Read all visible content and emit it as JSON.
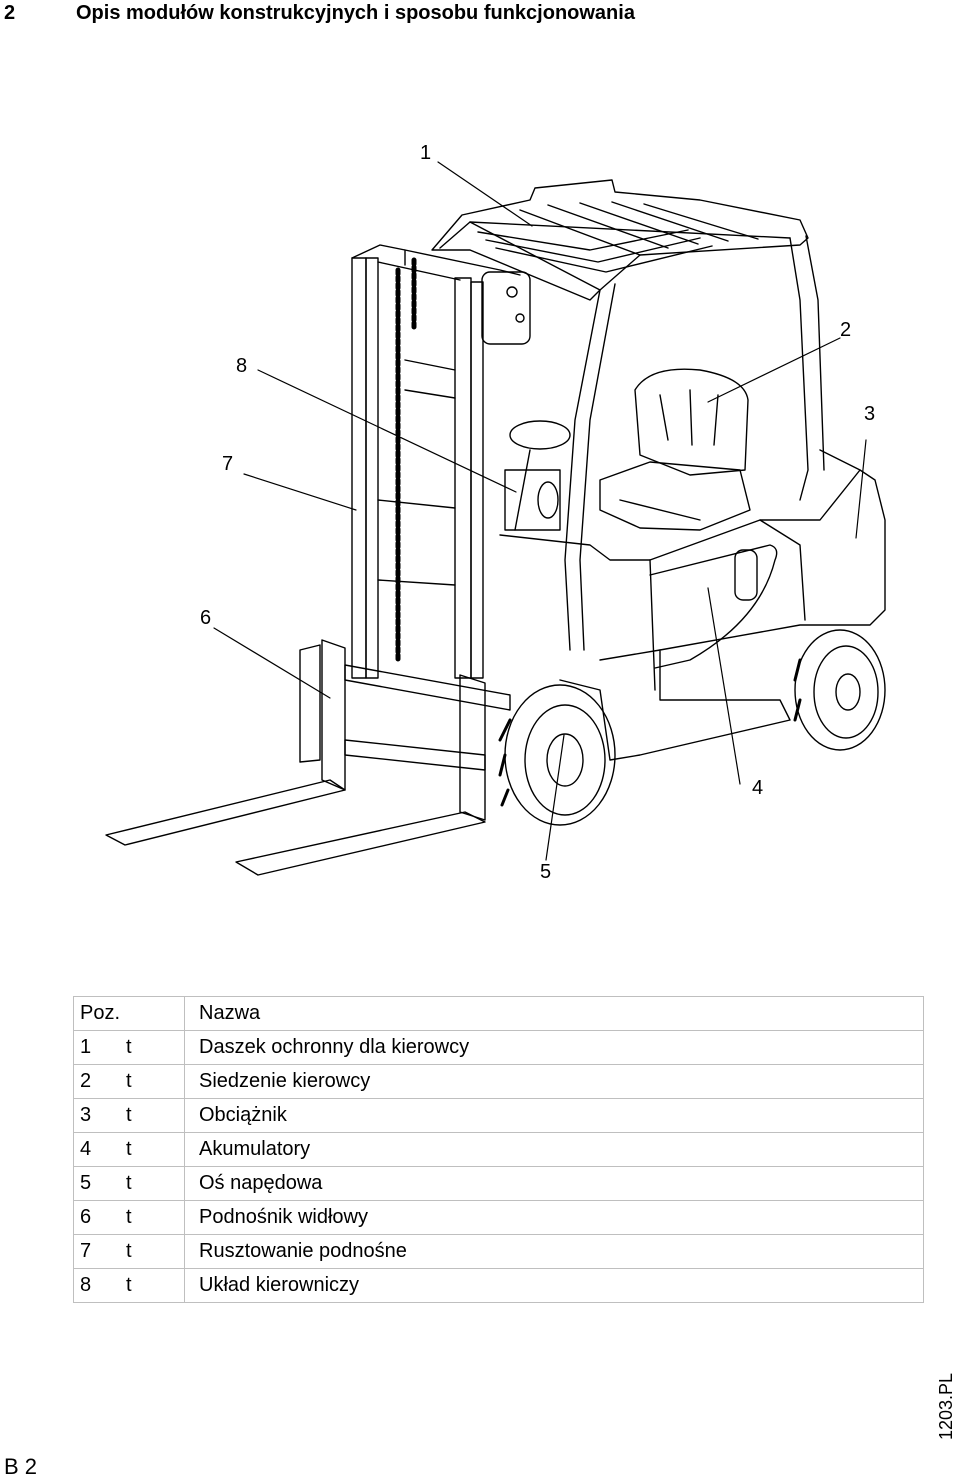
{
  "header": {
    "section_number": "2",
    "title": "Opis modułów konstrukcyjnych i sposobu funkcjonowania"
  },
  "figure": {
    "callouts": [
      "1",
      "2",
      "3",
      "4",
      "5",
      "6",
      "7",
      "8"
    ]
  },
  "table": {
    "headers": {
      "pos": "Poz.",
      "name": "Nazwa"
    },
    "rows": [
      {
        "pos": "1",
        "t": "t",
        "name": "Daszek ochronny dla kierowcy"
      },
      {
        "pos": "2",
        "t": "t",
        "name": "Siedzenie kierowcy"
      },
      {
        "pos": "3",
        "t": "t",
        "name": "Obciążnik"
      },
      {
        "pos": "4",
        "t": "t",
        "name": "Akumulatory"
      },
      {
        "pos": "5",
        "t": "t",
        "name": "Oś napędowa"
      },
      {
        "pos": "6",
        "t": "t",
        "name": "Podnośnik widłowy"
      },
      {
        "pos": "7",
        "t": "t",
        "name": "Rusztowanie podnośne"
      },
      {
        "pos": "8",
        "t": "t",
        "name": "Układ kierowniczy"
      }
    ]
  },
  "footer": {
    "doc_id": "1203.PL",
    "page": "B 2"
  }
}
